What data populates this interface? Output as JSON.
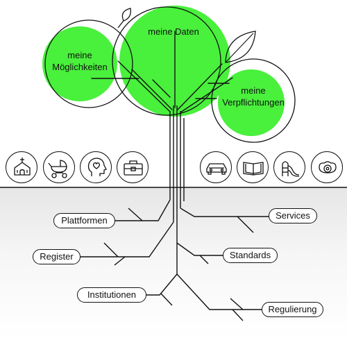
{
  "circles": {
    "daten": "meine Daten",
    "moeglichkeiten": [
      "meine",
      "Möglichkeiten"
    ],
    "verpflichtungen": [
      "meine",
      "Verpflichtungen"
    ]
  },
  "roots": {
    "plattformen": "Plattformen",
    "register": "Register",
    "institutionen": "Institutionen",
    "services": "Services",
    "standards": "Standards",
    "regulierung": "Regulierung"
  },
  "icons": [
    "church-icon",
    "stroller-icon",
    "head-heart-icon",
    "briefcase-icon",
    "car-icon",
    "book-icon",
    "playground-slide-icon",
    "pacifier-icon"
  ],
  "colors": {
    "green": "#49f03c",
    "line": "#111111",
    "ground": "#e6e6e6"
  }
}
